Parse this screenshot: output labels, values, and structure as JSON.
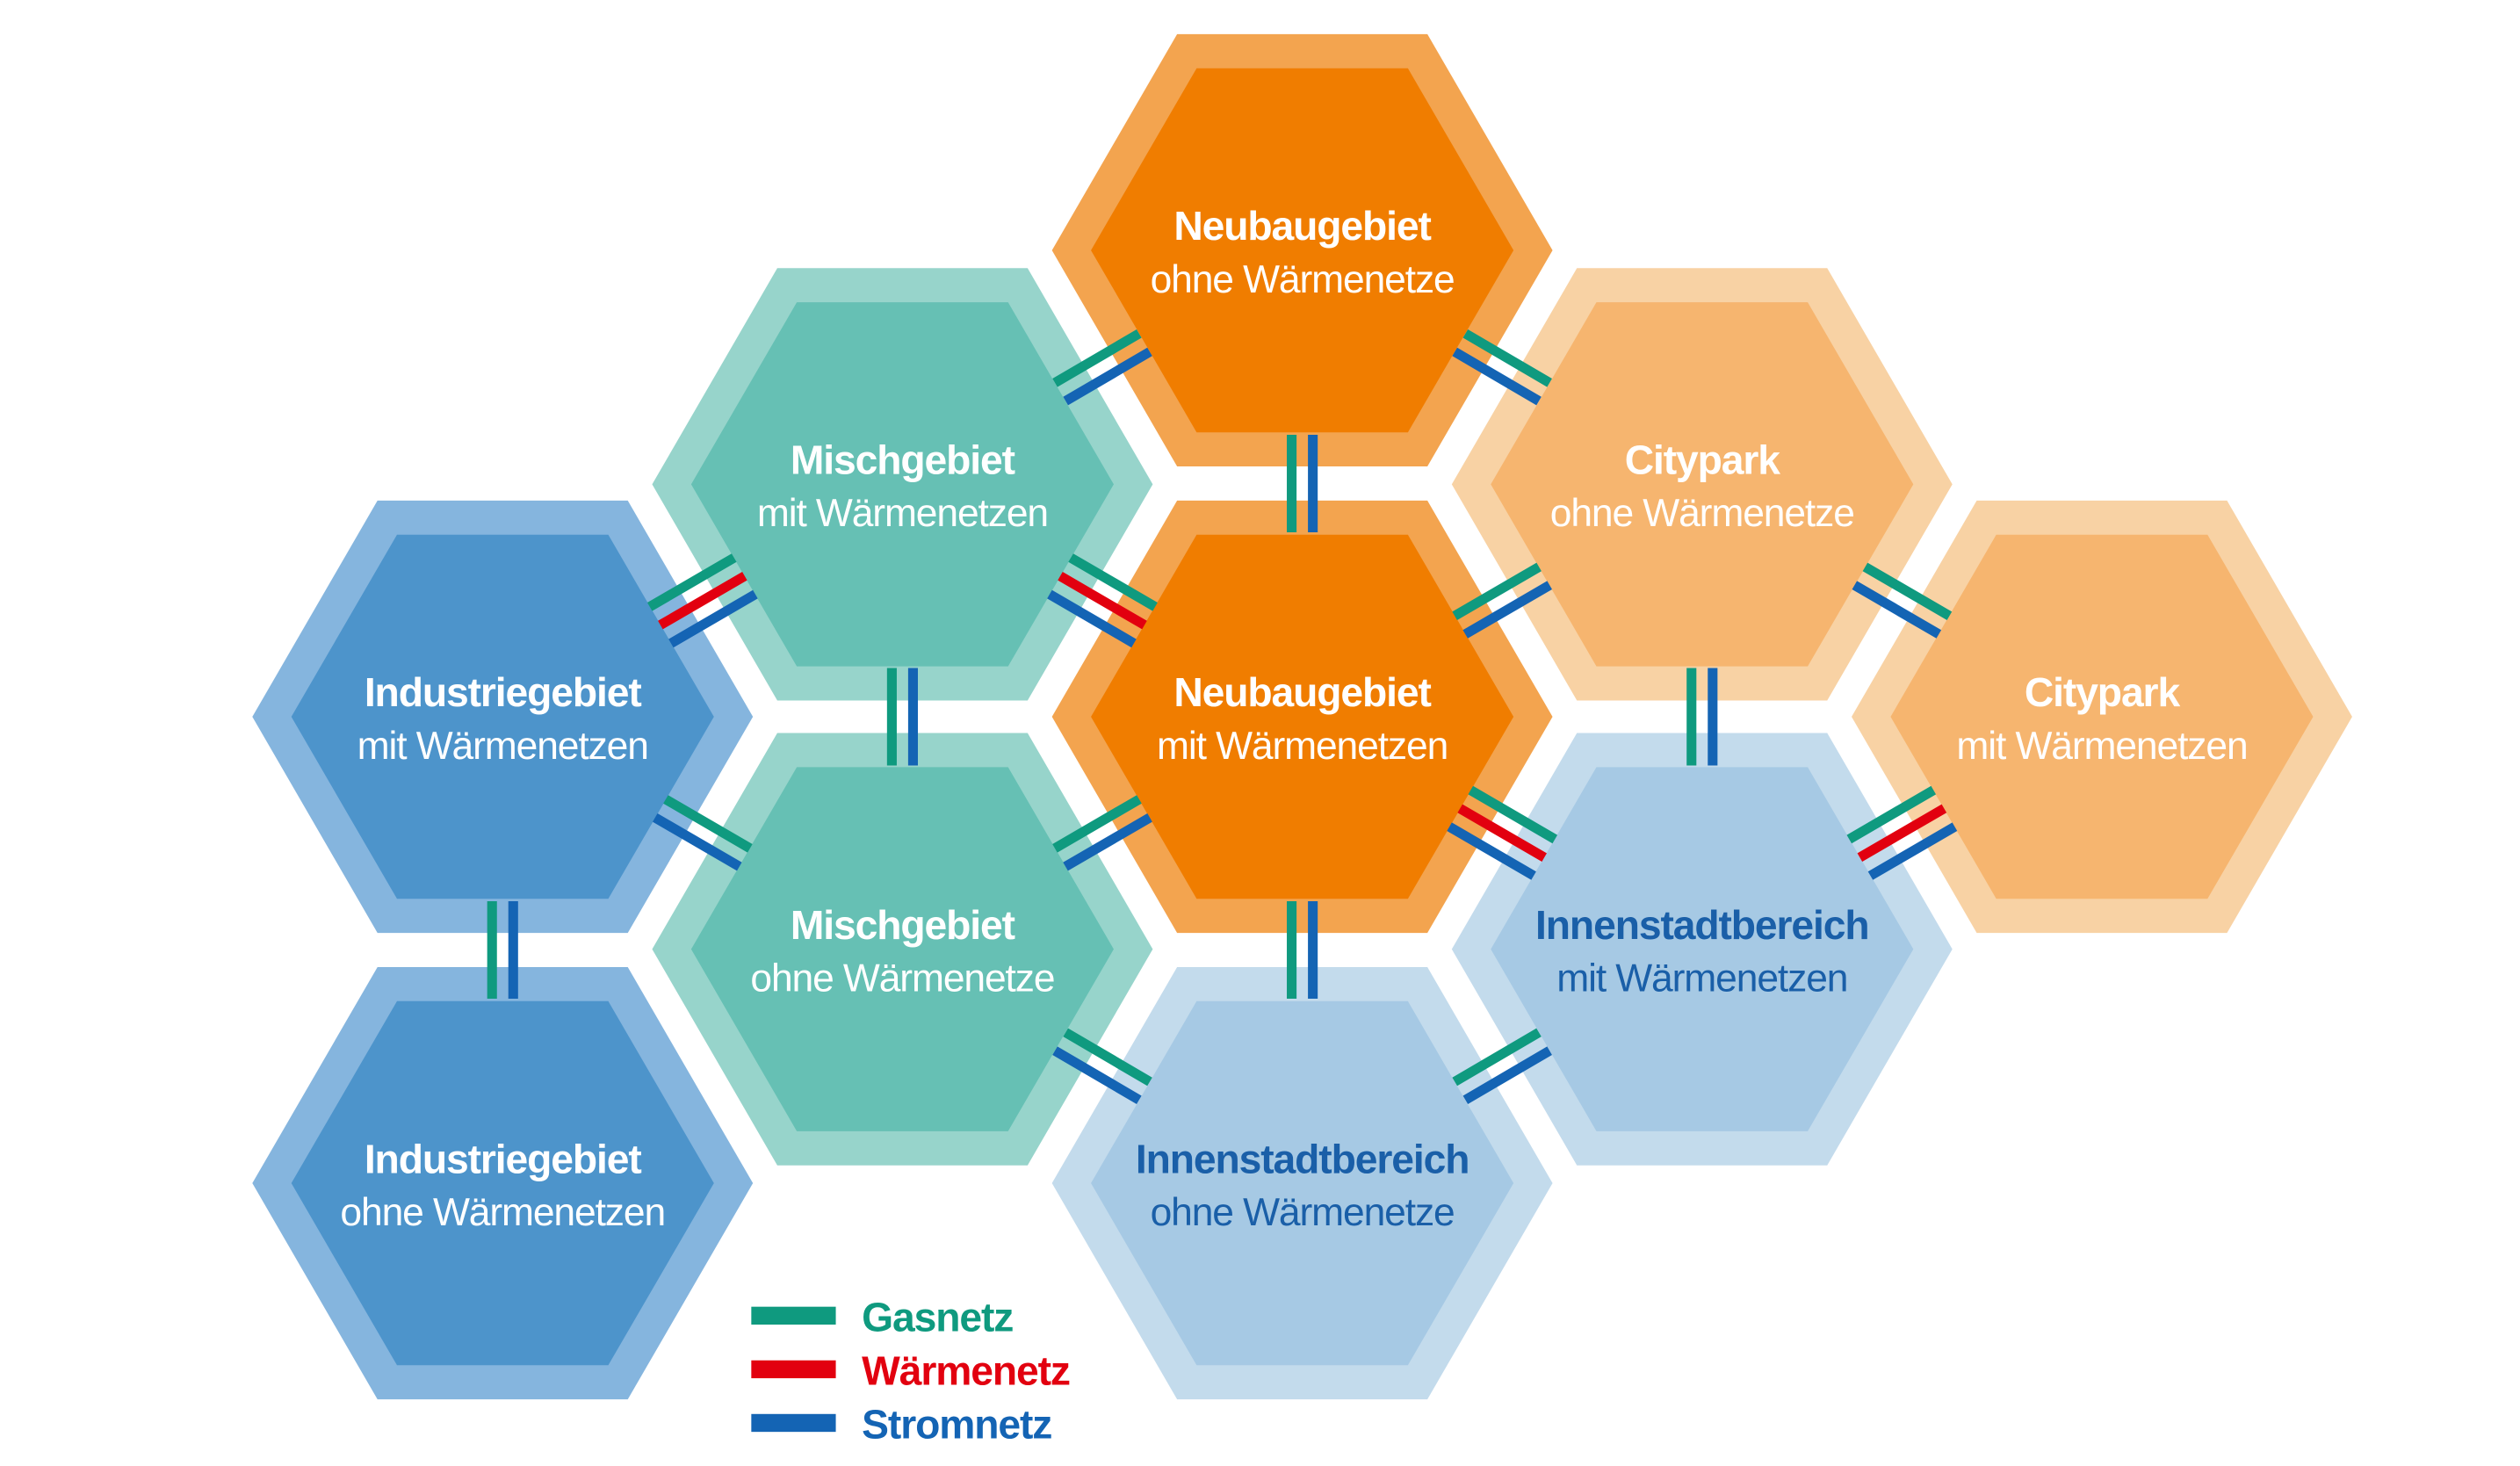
{
  "colors": {
    "gas": "#0f9a7f",
    "waerme": "#e2000f",
    "strom": "#1464b4",
    "innenstadt_text": "#1a5fa8"
  },
  "themes": {
    "blue": {
      "inner": "#4d94cb",
      "outer": "#85b5de",
      "text": "#ffffff"
    },
    "teal": {
      "inner": "#66c0b4",
      "outer": "#97d4cb",
      "text": "#ffffff"
    },
    "orange": {
      "inner": "#f07d00",
      "outer": "#f3a44f",
      "text": "#ffffff"
    },
    "lightorange": {
      "inner": "#f6b56f",
      "outer": "#f8d2a4",
      "text": "#ffffff"
    },
    "lightblue": {
      "inner": "#a6c9e4",
      "outer": "#c3dbec",
      "text": "#1a5fa8"
    }
  },
  "areas": [
    {
      "id": "industrie-mit",
      "title": "Industriegebiet",
      "subtitle": "mit Wärmenetzen",
      "theme": "blue"
    },
    {
      "id": "industrie-ohne",
      "title": "Industriegebiet",
      "subtitle": "ohne Wärmenetzen",
      "theme": "blue"
    },
    {
      "id": "misch-mit",
      "title": "Mischgebiet",
      "subtitle": "mit Wärmenetzen",
      "theme": "teal"
    },
    {
      "id": "misch-ohne",
      "title": "Mischgebiet",
      "subtitle": "ohne Wärmenetze",
      "theme": "teal"
    },
    {
      "id": "neubau-ohne",
      "title": "Neubaugebiet",
      "subtitle": "ohne Wärmenetze",
      "theme": "orange"
    },
    {
      "id": "neubau-mit",
      "title": "Neubaugebiet",
      "subtitle": "mit Wärmenetzen",
      "theme": "orange"
    },
    {
      "id": "innenstadt-ohne",
      "title": "Innenstadtbereich",
      "subtitle": "ohne Wärmenetze",
      "theme": "lightblue"
    },
    {
      "id": "citypark-ohne",
      "title": "Citypark",
      "subtitle": "ohne Wärmenetze",
      "theme": "lightorange"
    },
    {
      "id": "innenstadt-mit",
      "title": "Innenstadtbereich",
      "subtitle": "mit Wärmenetzen",
      "theme": "lightblue"
    },
    {
      "id": "citypark-mit",
      "title": "Citypark",
      "subtitle": "mit Wärmenetzen",
      "theme": "lightorange"
    }
  ],
  "connections": [
    {
      "from": "industrie-mit",
      "to": "industrie-ohne",
      "nets": [
        "strom",
        "gas"
      ]
    },
    {
      "from": "industrie-mit",
      "to": "misch-mit",
      "nets": [
        "strom",
        "waerme",
        "gas"
      ]
    },
    {
      "from": "industrie-mit",
      "to": "misch-ohne",
      "nets": [
        "gas",
        "strom"
      ]
    },
    {
      "from": "misch-mit",
      "to": "misch-ohne",
      "nets": [
        "strom",
        "gas"
      ]
    },
    {
      "from": "misch-mit",
      "to": "neubau-ohne",
      "nets": [
        "strom",
        "gas"
      ]
    },
    {
      "from": "misch-mit",
      "to": "neubau-mit",
      "nets": [
        "gas",
        "waerme",
        "strom"
      ]
    },
    {
      "from": "misch-ohne",
      "to": "neubau-mit",
      "nets": [
        "strom",
        "gas"
      ]
    },
    {
      "from": "misch-ohne",
      "to": "innenstadt-ohne",
      "nets": [
        "gas",
        "strom"
      ]
    },
    {
      "from": "neubau-ohne",
      "to": "neubau-mit",
      "nets": [
        "strom",
        "gas"
      ]
    },
    {
      "from": "neubau-ohne",
      "to": "citypark-ohne",
      "nets": [
        "gas",
        "strom"
      ]
    },
    {
      "from": "neubau-mit",
      "to": "citypark-ohne",
      "nets": [
        "strom",
        "gas"
      ]
    },
    {
      "from": "neubau-mit",
      "to": "innenstadt-ohne",
      "nets": [
        "strom",
        "gas"
      ]
    },
    {
      "from": "neubau-mit",
      "to": "innenstadt-mit",
      "nets": [
        "gas",
        "waerme",
        "strom"
      ]
    },
    {
      "from": "innenstadt-ohne",
      "to": "innenstadt-mit",
      "nets": [
        "strom",
        "gas"
      ]
    },
    {
      "from": "citypark-ohne",
      "to": "innenstadt-mit",
      "nets": [
        "strom",
        "gas"
      ]
    },
    {
      "from": "citypark-ohne",
      "to": "citypark-mit",
      "nets": [
        "gas",
        "strom"
      ]
    },
    {
      "from": "innenstadt-mit",
      "to": "citypark-mit",
      "nets": [
        "strom",
        "waerme",
        "gas"
      ]
    }
  ],
  "legend": {
    "gas": "Gasnetz",
    "waerme": "Wärmenetz",
    "strom": "Stromnetz"
  }
}
